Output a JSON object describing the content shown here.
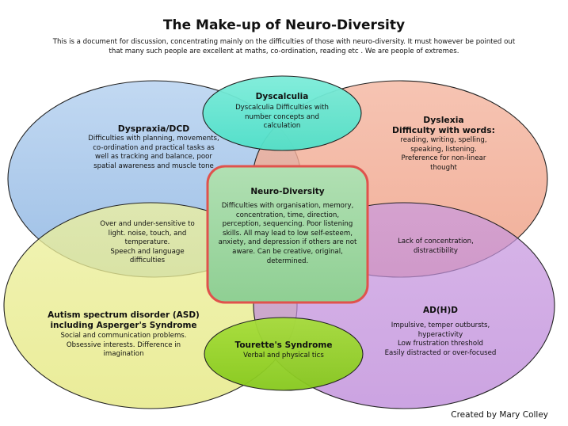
{
  "header": {
    "title": "The Make-up of Neuro-Diversity",
    "intro": "This is a document for discussion, concentrating mainly on the difficulties of those with neuro-diversity. It must however be pointed out that many such people are excellent at maths, co-ordination, reading etc . We are people of extremes."
  },
  "dyspraxia": {
    "heading": "Dyspraxia/DCD",
    "text": "Difficulties with planning, movements, co-ordination and practical tasks as well as tracking and balance, poor spatial awareness and muscle tone"
  },
  "dyscalculia": {
    "heading": "Dyscalculia",
    "text": "Dyscalculia Difficulties with number concepts and calculation"
  },
  "dyslexia": {
    "heading": "Dyslexia",
    "subheading": "Difficulty with words:",
    "text": "reading, writing, spelling, speaking, listening. Preference for non-linear thought"
  },
  "neuro": {
    "heading": "Neuro-Diversity",
    "text": "Difficulties with organisation, memory, concentration, time, direction, perception, sequencing. Poor listening skills. All may lead to low self-esteem, anxiety, and depression if others are not aware. Can be creative, original, determined."
  },
  "overlap_sensory": {
    "line1": "Over and under-sensitive to light. noise, touch, and temperature.",
    "line2": "Speech and language difficulties"
  },
  "overlap_concentration": {
    "text": "Lack of concentration, distractibility"
  },
  "asd": {
    "heading": "Autism spectrum disorder (ASD) including Asperger's Syndrome",
    "text": "Social and communication problems. Obsessive interests. Difference in imagination"
  },
  "adhd": {
    "heading": "AD(H)D",
    "line1": "Impulsive, temper outbursts, hyperactivity",
    "line2": "Low frustration threshold",
    "line3": "Easily distracted or over-focused"
  },
  "tourettes": {
    "heading": "Tourette's Syndrome",
    "text": "Verbal and physical tics"
  },
  "credit": "Created by Mary Colley",
  "colors": {
    "dyspraxia": "#a9c8ea",
    "dyslexia": "#f0a58c",
    "autism": "#e9ec8a",
    "adhd": "#c38fdc",
    "dyscalculia": "#5ee6cf",
    "tourettes": "#93d325",
    "neuro_fill": "#9ed7a2",
    "neuro_border": "#e0524c"
  }
}
